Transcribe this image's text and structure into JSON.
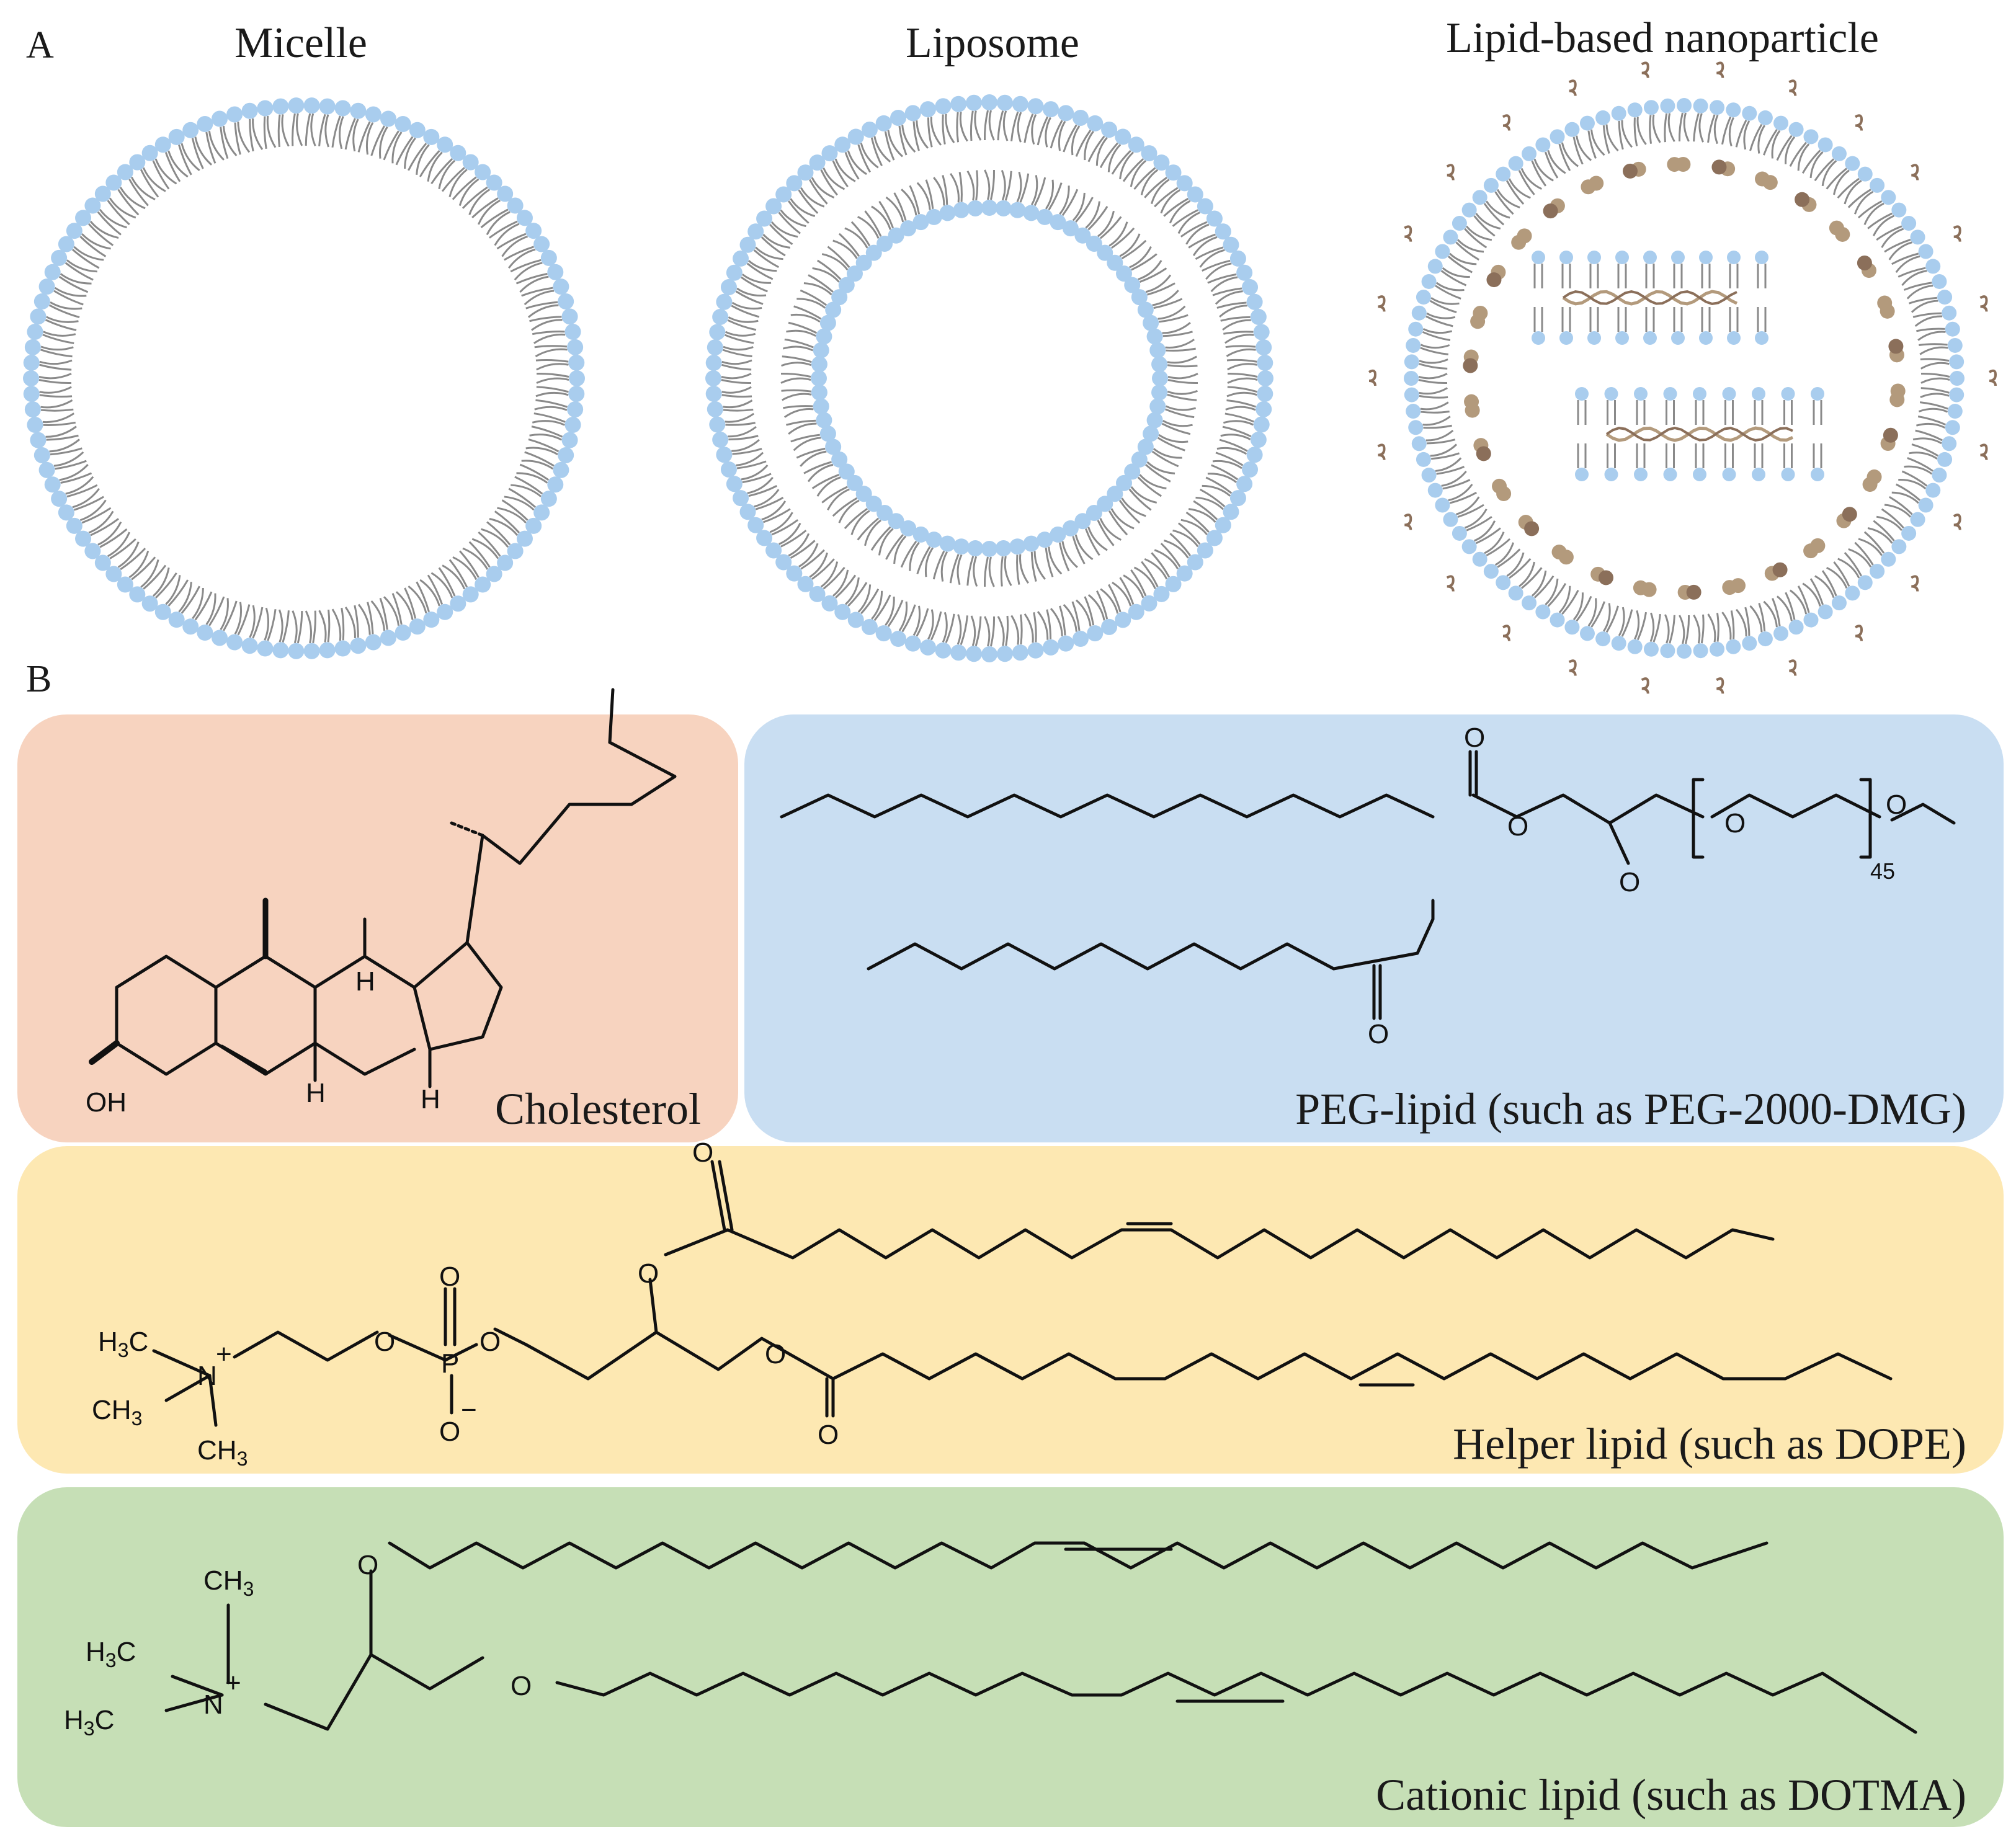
{
  "panelA": {
    "letter": "A",
    "micelle_title": "Micelle",
    "liposome_title": "Liposome",
    "lnp_title": "Lipid-based  nanoparticle"
  },
  "panelB": {
    "letter": "B",
    "cholesterol": {
      "caption": "Cholesterol",
      "atoms": {
        "oh": "OH",
        "h": "H"
      }
    },
    "peg": {
      "caption": "PEG-lipid (such as PEG-2000-DMG)",
      "atoms": {
        "o": "O",
        "n": "45"
      }
    },
    "helper": {
      "caption": "Helper lipid (such as DOPE)",
      "atoms": {
        "o": "O",
        "p": "P",
        "n": "N",
        "plus": "+",
        "minus": "−",
        "ch3": "CH",
        "h3c": "H",
        "c": "C",
        "sub3": "3"
      }
    },
    "cationic": {
      "caption": "Cationic lipid (such as DOTMA)",
      "atoms": {
        "o": "O",
        "n": "N",
        "plus": "+",
        "ch3": "CH",
        "h3c": "H",
        "c": "C",
        "sub3": "3"
      }
    }
  },
  "colors": {
    "lipid_head": "#a9cdee",
    "lipid_tail": "#8a8a8a",
    "cargo_brown": "#b39a7c",
    "cargo_dark": "#8b6f5a",
    "cholesterol_bg": "#f7d3bf",
    "peg_bg": "#c9def2",
    "helper_bg": "#fde8b2",
    "cationic_bg": "#c6dfb6"
  }
}
